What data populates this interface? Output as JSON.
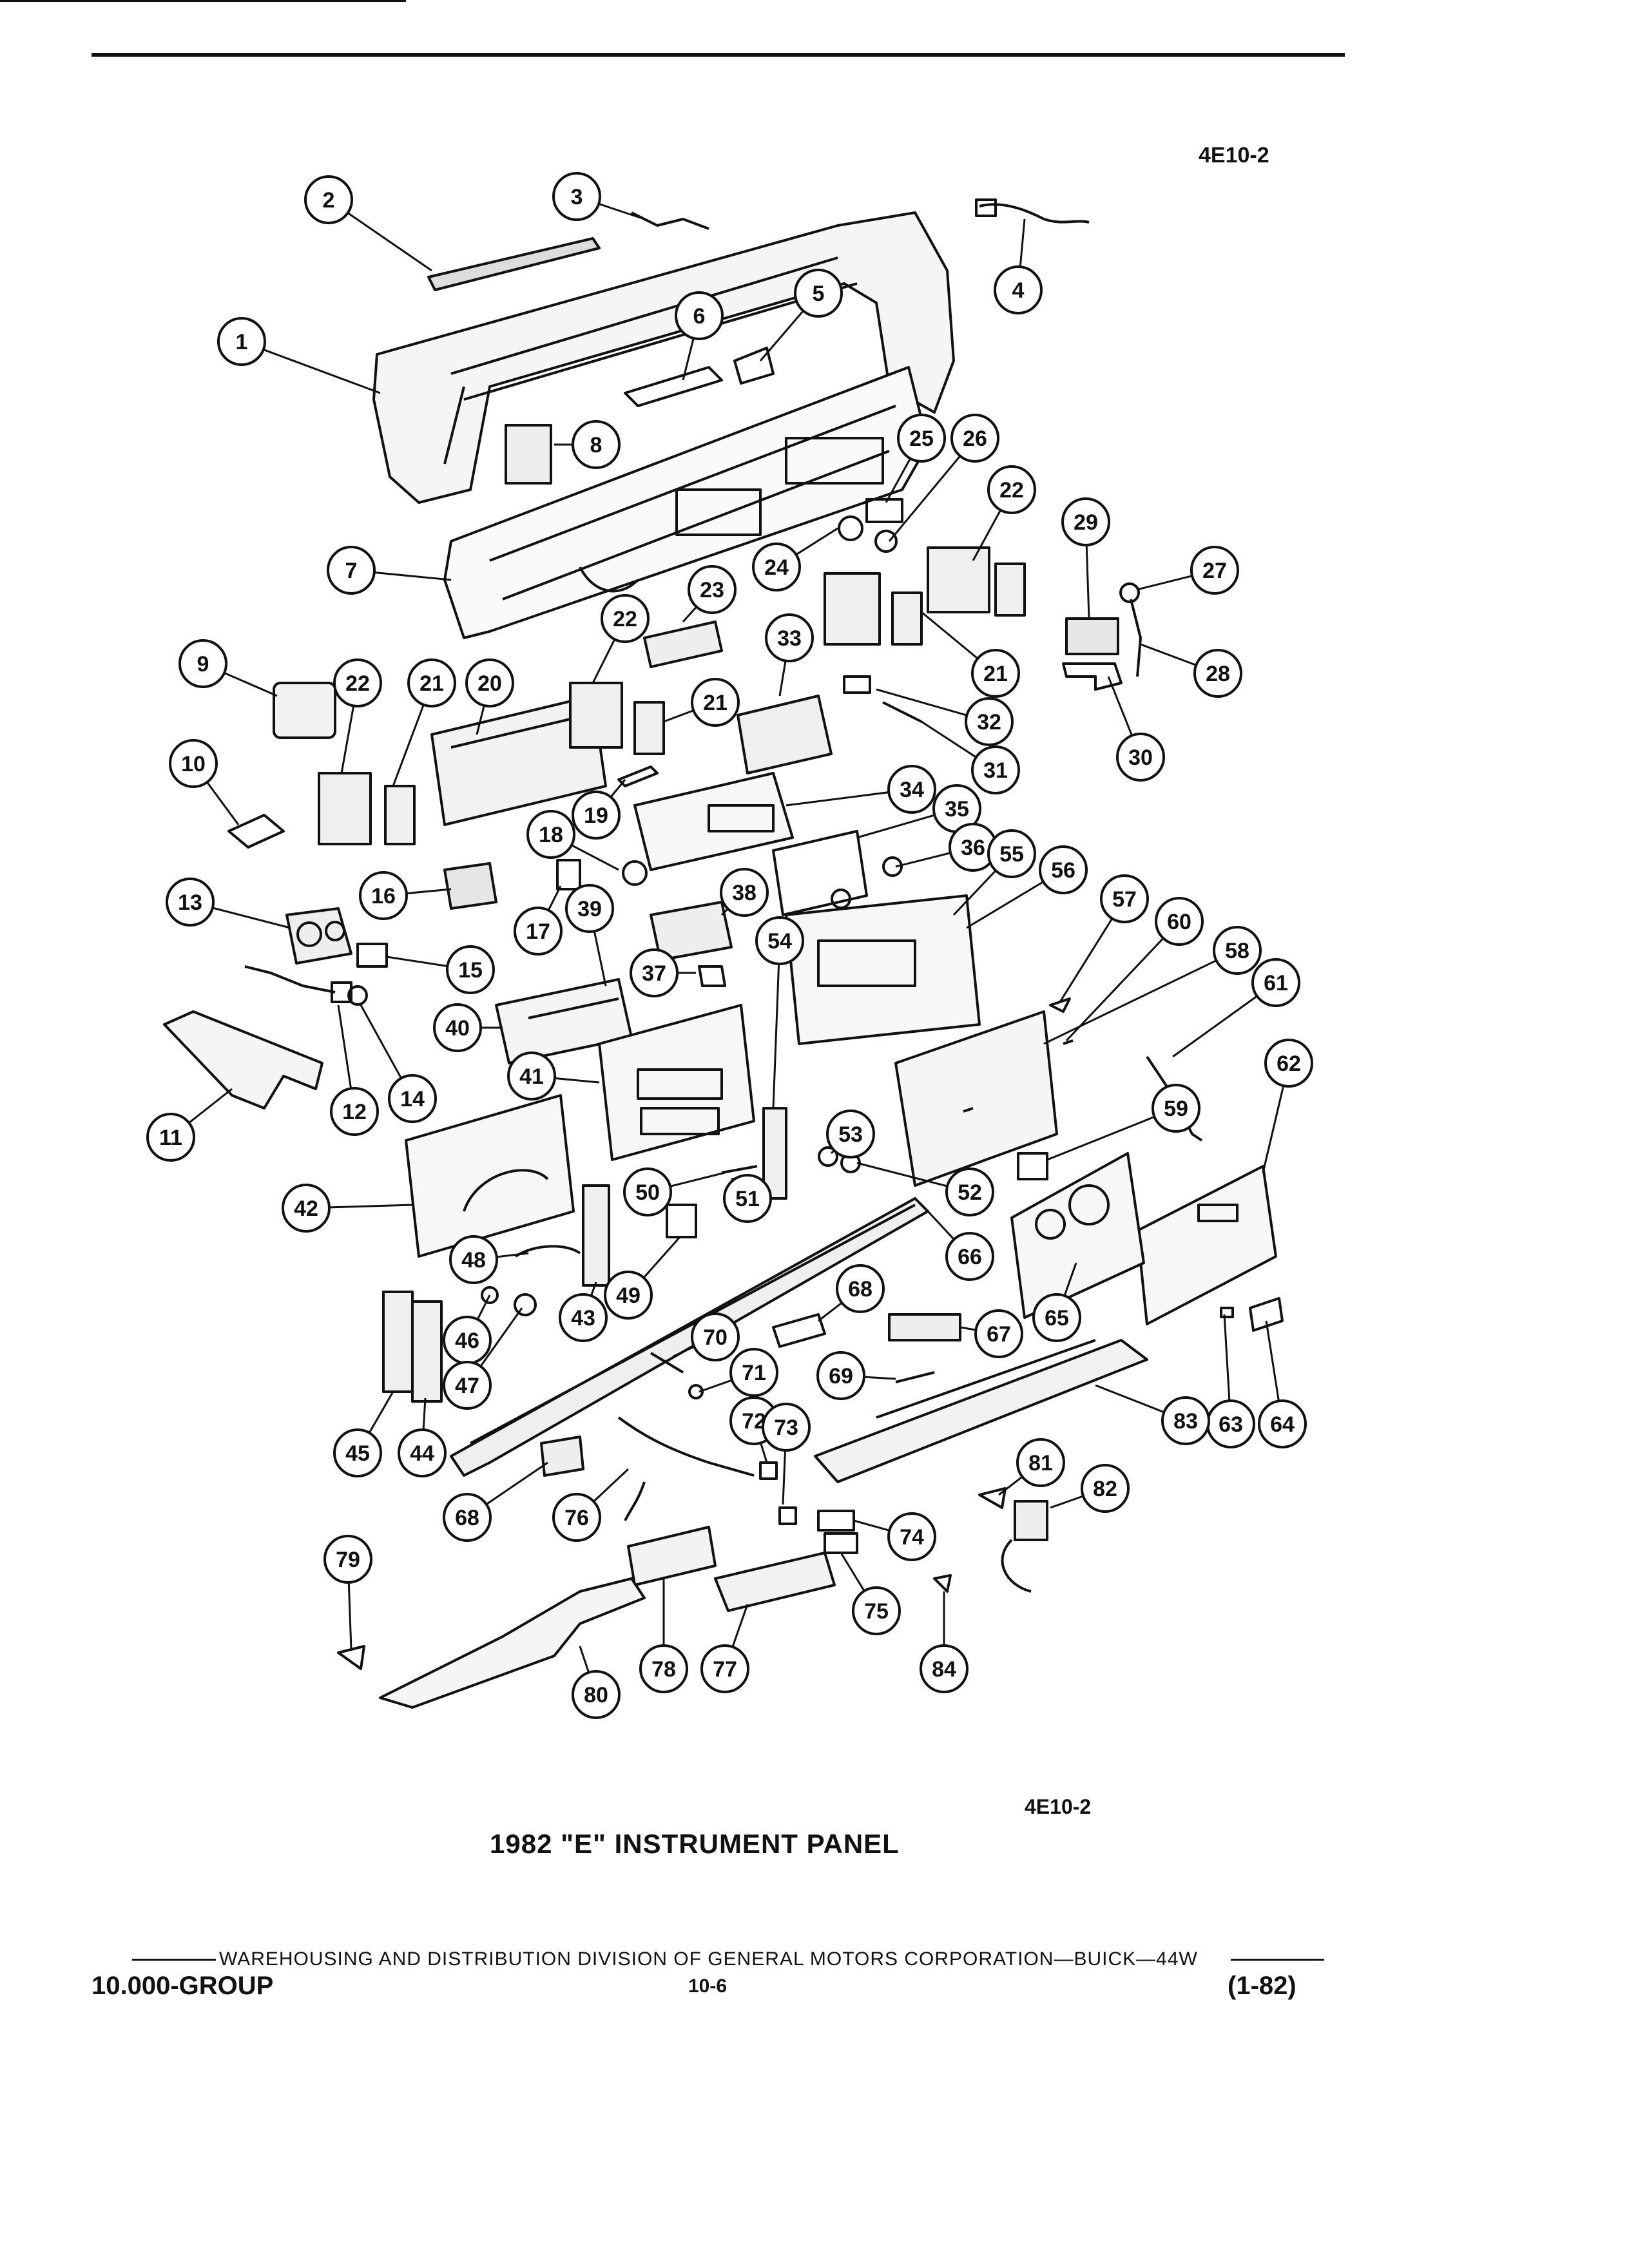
{
  "header": {
    "code": "4E10-2"
  },
  "diagram": {
    "callouts": [
      "1",
      "2",
      "3",
      "4",
      "5",
      "6",
      "7",
      "8",
      "9",
      "10",
      "11",
      "12",
      "13",
      "14",
      "15",
      "16",
      "17",
      "18",
      "19",
      "20",
      "21",
      "21",
      "21",
      "22",
      "22",
      "22",
      "23",
      "24",
      "25",
      "26",
      "27",
      "28",
      "29",
      "30",
      "31",
      "32",
      "33",
      "34",
      "35",
      "36",
      "37",
      "38",
      "39",
      "40",
      "41",
      "42",
      "43",
      "44",
      "45",
      "46",
      "47",
      "48",
      "49",
      "50",
      "51",
      "52",
      "53",
      "54",
      "55",
      "56",
      "57",
      "58",
      "59",
      "60",
      "61",
      "62",
      "63",
      "64",
      "65",
      "66",
      "67",
      "68",
      "68",
      "69",
      "70",
      "71",
      "72",
      "73",
      "74",
      "75",
      "76",
      "77",
      "78",
      "79",
      "80",
      "81",
      "82",
      "83",
      "84"
    ]
  },
  "caption": {
    "code": "4E10-2",
    "title": "1982 \"E\" INSTRUMENT PANEL"
  },
  "footer": {
    "division": "WAREHOUSING AND DISTRIBUTION  DIVISION OF GENERAL MOTORS CORPORATION—BUICK—44W",
    "group": "10.000-GROUP",
    "page": "10-6",
    "date": "(1-82)"
  }
}
